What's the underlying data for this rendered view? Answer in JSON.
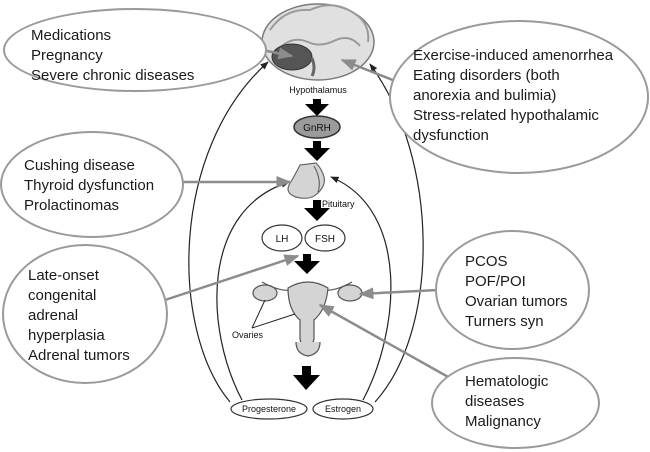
{
  "diagram": {
    "center_labels": {
      "hypothalamus": "Hypothalamus",
      "gnrh": "GnRH",
      "pituitary": "Pituitary",
      "lh": "LH",
      "fsh": "FSH",
      "ovaries": "Ovaries",
      "progesterone": "Progesterone",
      "estrogen": "Estrogen"
    },
    "callouts": {
      "top_left": [
        "Medications",
        "Pregnancy",
        "Severe chronic diseases"
      ],
      "top_right": [
        "Exercise-induced amenorrhea",
        "Eating disorders (both",
        "anorexia and bulimia)",
        "Stress-related hypothalamic",
        "dysfunction"
      ],
      "mid_left": [
        "Cushing disease",
        "Thyroid dysfunction",
        "Prolactinomas"
      ],
      "low_left": [
        "Late-onset",
        "congenital",
        "adrenal",
        "hyperplasia",
        "Adrenal tumors"
      ],
      "mid_right": [
        "PCOS",
        "POF/POI",
        "Ovarian tumors",
        "Turners syn"
      ],
      "low_right": [
        "Hematologic",
        "diseases",
        "Malignancy"
      ]
    },
    "colors": {
      "callout_border": "#9a9a9a",
      "connector": "#8c8c8c",
      "arrow": "#000000",
      "gnrh_fill": "#9b9b9b",
      "organ_fill": "#d4d4d4"
    }
  }
}
